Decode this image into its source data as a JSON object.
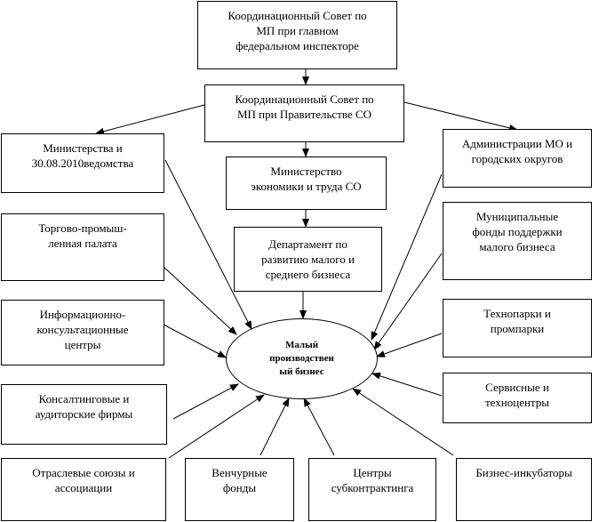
{
  "center": {
    "label": "Малый\nпроизводствен\nый бизнес"
  },
  "boxes": {
    "coord_council_inspector": "Координационный Совет по\nМП при главном\nфедеральном инспекторе",
    "coord_council_government": "Координационный  Совет по\nМП при Правительстве СО",
    "ministries": "Министерства и\n30.08.2010ведомства",
    "ministry_economy": "Министерство\nэкономики и труда СО",
    "administrations": "Администрации МО и\nгородских округов",
    "chamber_commerce": "Торгово-промыш-\nленная палата",
    "department_sme": "Департамент по\nразвитию малого и\nсреднего бизнеса",
    "municipal_funds": "Муниципальные\nфонды поддержки\nмалого бизнеса",
    "info_consulting": "Информационно-\nконсультационные\nцентры",
    "technoparks": "Технопарки и\nпромпарки",
    "consulting_audit": "Консалтинговые и\nаудиторские фирмы",
    "service_centers": "Сервисные  и\nтехноцентры",
    "industry_unions": "Отраслевые союзы и\nассоциации",
    "venture_funds": "Венчурные\nфонды",
    "subcontracting": "Центры\nсубконтрактинга",
    "business_incubators": "Бизнес-инкубаторы"
  }
}
